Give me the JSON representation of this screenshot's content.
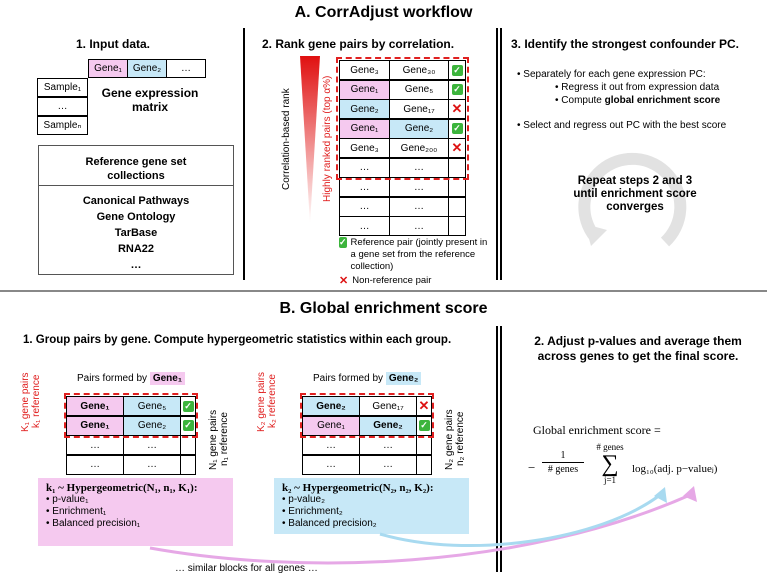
{
  "sectionA": {
    "title": "A. CorrAdjust workflow",
    "step1": {
      "title": "1. Input data.",
      "matrix_headers": [
        "Gene₁",
        "Gene₂",
        "…"
      ],
      "samples": [
        "Sample₁",
        "…",
        "Sampleₙ"
      ],
      "matrix_label": "Gene expression matrix",
      "ref_title": "Reference gene set collections",
      "collections": [
        "Canonical Pathways",
        "Gene Ontology",
        "TarBase",
        "RNA22",
        "…"
      ]
    },
    "step2": {
      "title": "2. Rank gene pairs by correlation.",
      "axis_label": "Correlation-based rank",
      "highlight_label": "Highly ranked pairs (top α%)",
      "rows": [
        {
          "a": "Gene₃",
          "b": "Gene₃₀",
          "mark": "check",
          "ca": "",
          "cb": ""
        },
        {
          "a": "Gene₁",
          "b": "Gene₅",
          "mark": "check",
          "ca": "pink",
          "cb": ""
        },
        {
          "a": "Gene₂",
          "b": "Gene₁₇",
          "mark": "cross",
          "ca": "blue",
          "cb": ""
        },
        {
          "a": "Gene₁",
          "b": "Gene₂",
          "mark": "check",
          "ca": "pink",
          "cb": "blue"
        },
        {
          "a": "Gene₃",
          "b": "Gene₂₀₀",
          "mark": "cross",
          "ca": "",
          "cb": ""
        },
        {
          "a": "…",
          "b": "…",
          "mark": "",
          "ca": "",
          "cb": ""
        },
        {
          "a": "…",
          "b": "…",
          "mark": "",
          "ca": "",
          "cb": ""
        },
        {
          "a": "…",
          "b": "…",
          "mark": "",
          "ca": "",
          "cb": ""
        },
        {
          "a": "…",
          "b": "…",
          "mark": "",
          "ca": "",
          "cb": ""
        }
      ],
      "legend_ref": "Reference pair (jointly present in a gene set from the reference collection)",
      "legend_nonref": "Non-reference pair"
    },
    "step3": {
      "title": "3. Identify the strongest confounder PC.",
      "bullet1": "Separately for each gene expression PC:",
      "sub1": "Regress it out from expression data",
      "sub2_prefix": "Compute ",
      "sub2_bold": "global enrichment score",
      "bullet2": "Select and regress out PC with the best score",
      "repeat": "Repeat steps 2 and 3 until enrichment score converges"
    }
  },
  "sectionB": {
    "title": "B. Global enrichment score",
    "step1_title": "1. Group pairs by gene. Compute hypergeometric statistics within each group.",
    "step2_title": "2. Adjust p-values and average them across genes to get the final score.",
    "block1": {
      "caption": "Pairs formed by",
      "gene": "Gene₁",
      "rows": [
        [
          "Gene₁",
          "Gene₅",
          "check"
        ],
        [
          "Gene₁",
          "Gene₂",
          "check"
        ],
        [
          "…",
          "…",
          ""
        ],
        [
          "…",
          "…",
          ""
        ]
      ],
      "left_label": "K₁ gene pairs",
      "left_label2": "k₁ reference",
      "right_label": "N₁ gene pairs",
      "right_label2": "n₁ reference",
      "formula": "k₁ ~ Hypergeometric(N₁, n₁, K₁):",
      "items": [
        "p-value₁",
        "Enrichment₁",
        "Balanced precision₁"
      ]
    },
    "block2": {
      "caption": "Pairs formed by",
      "gene": "Gene₂",
      "rows": [
        [
          "Gene₂",
          "Gene₁₇",
          "cross"
        ],
        [
          "Gene₁",
          "Gene₂",
          "check"
        ],
        [
          "…",
          "…",
          ""
        ],
        [
          "…",
          "…",
          ""
        ]
      ],
      "left_label": "K₂ gene pairs",
      "left_label2": "k₂ reference",
      "right_label": "N₂ gene pairs",
      "right_label2": "n₂ reference",
      "formula": "k₂ ~ Hypergeometric(N₂, n₂, K₂):",
      "items": [
        "p-value₂",
        "Enrichment₂",
        "Balanced precision₂"
      ]
    },
    "score_label": "Global enrichment score =",
    "formula_num": "1",
    "formula_den": "# genes",
    "sum_top": "# genes",
    "sum_bottom": "j=1",
    "sum_term": "log₁₀(adj. p−valueⱼ)",
    "footer": "… similar blocks for all genes …"
  }
}
